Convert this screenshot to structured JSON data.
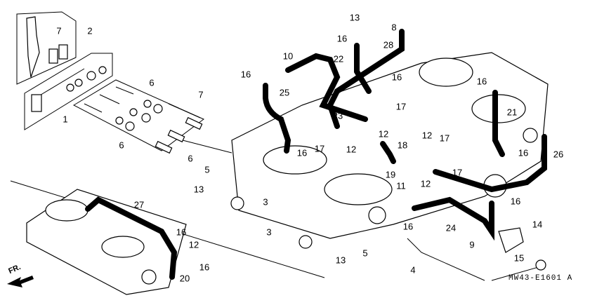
{
  "diagram": {
    "callouts": [
      "2",
      "7",
      "1",
      "6",
      "7",
      "6",
      "6",
      "10",
      "16",
      "25",
      "13",
      "8",
      "16",
      "28",
      "22",
      "16",
      "16",
      "21",
      "23",
      "17",
      "12",
      "12",
      "17",
      "18",
      "17",
      "12",
      "16",
      "19",
      "11",
      "12",
      "17",
      "16",
      "26",
      "5",
      "13",
      "3",
      "16",
      "16",
      "24",
      "14",
      "9",
      "15",
      "4",
      "3",
      "13",
      "5",
      "27",
      "16",
      "12",
      "16",
      "20"
    ],
    "direction_label": "FR.",
    "diagram_code": "MW43-E1601 A"
  }
}
